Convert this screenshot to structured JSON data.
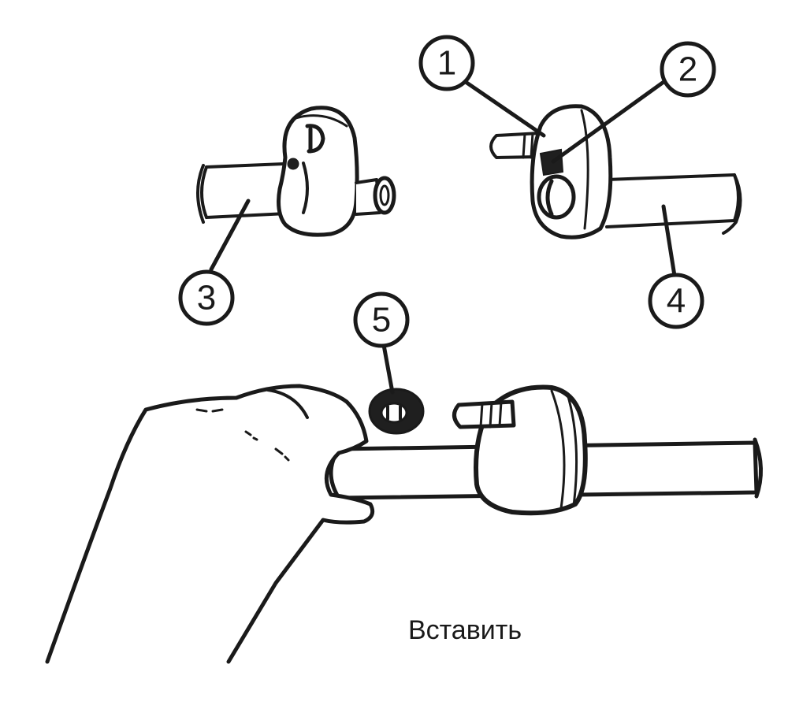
{
  "callouts": [
    "1",
    "2",
    "3",
    "4",
    "5"
  ],
  "caption": "Вставить"
}
